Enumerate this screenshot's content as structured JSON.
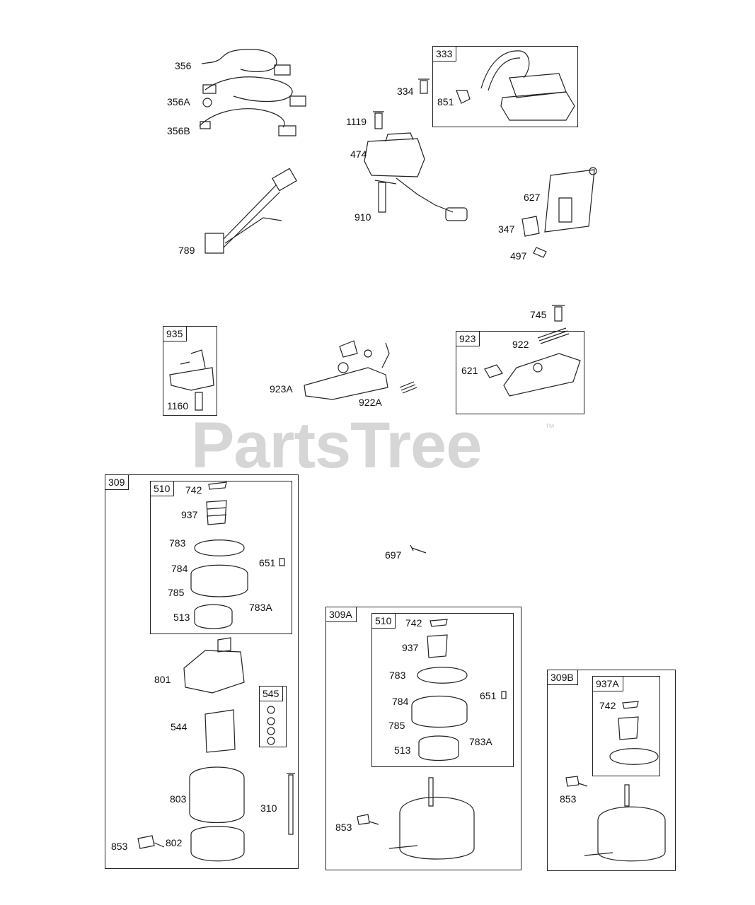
{
  "watermark": {
    "text": "PartsTree",
    "trademark": "™"
  },
  "boxes": {
    "b333": "333",
    "b935": "935",
    "b923": "923",
    "b309": "309",
    "b510a": "510",
    "b545": "545",
    "b309a": "309A",
    "b510b": "510",
    "b309b": "309B",
    "b937a": "937A"
  },
  "labels": {
    "l356": "356",
    "l356a": "356A",
    "l356b": "356B",
    "l789": "789",
    "l334": "334",
    "l851": "851",
    "l1119": "1119",
    "l474": "474",
    "l910": "910",
    "l627": "627",
    "l347": "347",
    "l497": "497",
    "l745": "745",
    "l1160": "1160",
    "l923a": "923A",
    "l922a": "922A",
    "l922": "922",
    "l621": "621",
    "l742a": "742",
    "l937a": "937",
    "l783a": "783",
    "l651a": "651",
    "l784a": "784",
    "l785a": "785",
    "l783aa": "783A",
    "l513a": "513",
    "l801": "801",
    "l544": "544",
    "l803": "803",
    "l310": "310",
    "l853a": "853",
    "l802": "802",
    "l697": "697",
    "l742b": "742",
    "l937b": "937",
    "l783b": "783",
    "l651b": "651",
    "l784b": "784",
    "l785b": "785",
    "l783ab": "783A",
    "l513b": "513",
    "l853b": "853",
    "l742c": "742",
    "l853c": "853"
  }
}
